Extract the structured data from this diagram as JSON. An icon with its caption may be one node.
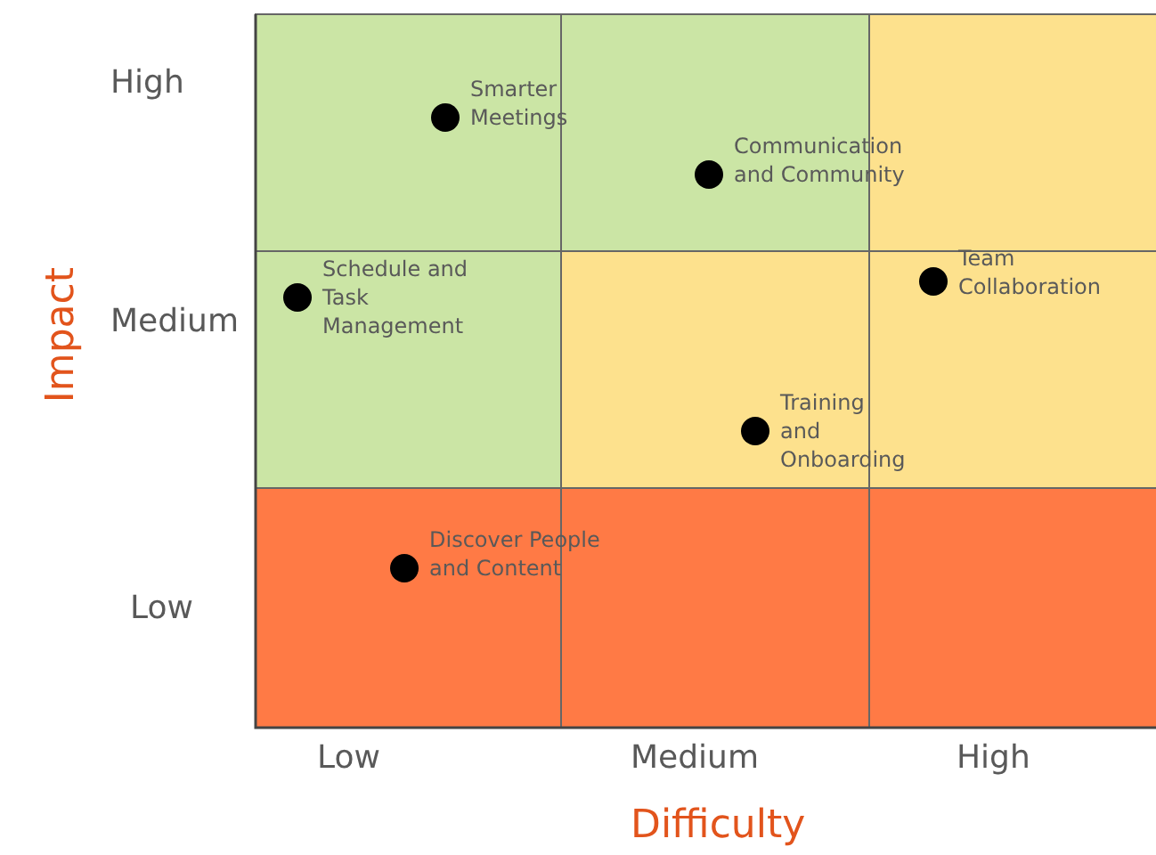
{
  "diagram": {
    "nodes": [
      {
        "text": [
          "Smarter Meetings"
        ]
      },
      {
        "text": [
          "Communication and Community"
        ]
      },
      {
        "text": [
          "Schedule and Task Management"
        ]
      },
      {
        "text": [
          "Team Collaboration"
        ]
      },
      {
        "text": [
          "Training and Onboarding"
        ]
      },
      {
        "text": [
          "Discover People and Content"
        ]
      }
    ],
    "edges": [],
    "labels": [
      "High",
      "Impact",
      "Medium",
      "Low",
      "Low",
      "Medium",
      "High",
      "Difficulty"
    ]
  }
}
